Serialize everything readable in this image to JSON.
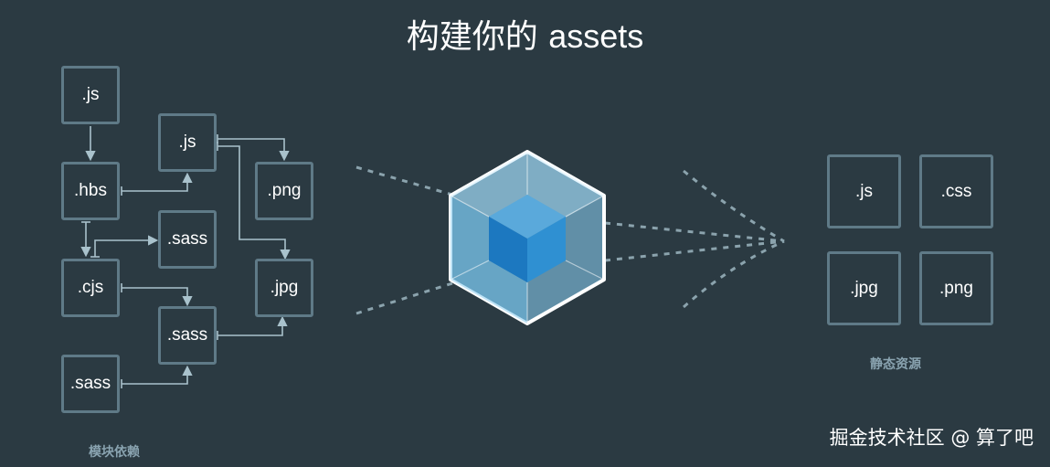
{
  "title": {
    "cn": "构建你的",
    "en": "assets"
  },
  "modules": {
    "label": "模块依赖",
    "files": {
      "js_top": ".js",
      "hbs": ".hbs",
      "cjs": ".cjs",
      "sass_bottom": ".sass",
      "js_mid": ".js",
      "sass_top": ".sass",
      "sass_mid": ".sass",
      "png": ".png",
      "jpg": ".jpg"
    }
  },
  "static_assets": {
    "label": "静态资源",
    "files": {
      "js": ".js",
      "css": ".css",
      "jpg": ".jpg",
      "png": ".png"
    }
  },
  "watermark": "掘金技术社区 @ 算了吧",
  "colors": {
    "background": "#2b3a42",
    "box_border": "#5f7a87",
    "arrow": "#a9c2cc",
    "cube_outer": "#8ed6fb",
    "cube_inner": "#1c78c0",
    "label": "#8aa4b1"
  }
}
